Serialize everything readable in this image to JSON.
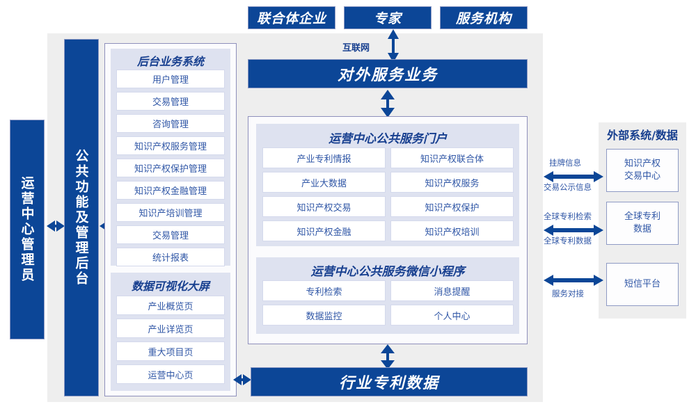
{
  "top_actors": [
    {
      "label": "联合体企业"
    },
    {
      "label": "专家"
    },
    {
      "label": "服务机构"
    }
  ],
  "internet_label": "互联网",
  "external_service_bar": "对外服务业务",
  "industry_data_bar": "行业专利数据",
  "left_columns": [
    {
      "label": "运营中心管理员",
      "name": "operations-center-admin"
    },
    {
      "label": "公共功能及管理后台",
      "name": "public-function-admin-backend"
    }
  ],
  "backend_system": {
    "title": "后台业务系统",
    "items": [
      "用户管理",
      "交易管理",
      "咨询管理",
      "知识产权服务管理",
      "知识产权保护管理",
      "知识产权金融管理",
      "知识产培训管理",
      "交易管理",
      "统计报表"
    ]
  },
  "data_visualization": {
    "title": "数据可视化大屏",
    "items": [
      "产业概览页",
      "产业详览页",
      "重大项目页",
      "运营中心页"
    ]
  },
  "portal": {
    "title": "运营中心公共服务门户",
    "items": [
      "产业专利情报",
      "知识产权联合体",
      "产业大数据",
      "知识产权服务",
      "知识产权交易",
      "知识产权保护",
      "知识产权金融",
      "知识产权培训"
    ]
  },
  "miniprogram": {
    "title": "运营中心公共服务微信小程序",
    "items": [
      "专利检索",
      "消息提醒",
      "数据监控",
      "个人中心"
    ]
  },
  "external": {
    "title": "外部系统/数据",
    "boxes": [
      {
        "line1": "知识产权",
        "line2": "交易中心"
      },
      {
        "line1": "全球专利",
        "line2": "数据"
      },
      {
        "line1": "短信平台",
        "line2": ""
      }
    ],
    "connectors": [
      {
        "above": "挂牌信息",
        "below": "交易公示信息"
      },
      {
        "above": "全球专利检索",
        "below": "全球专利数据"
      },
      {
        "above": "",
        "below": "服务对接"
      }
    ]
  },
  "colors": {
    "brand_blue": "#0C4697",
    "panel_lavender": "#DEE2F0",
    "container_grey": "#EEEEEE",
    "card_white": "#FFFFFF",
    "text_blue": "#2F56A6"
  }
}
